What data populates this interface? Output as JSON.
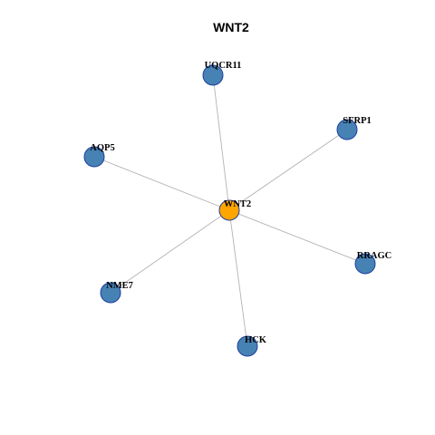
{
  "title": "WNT2",
  "colors": {
    "edge": "#b3b3b3",
    "node_fill": "#4682b4",
    "node_stroke": "#1f3fa0",
    "hub_fill": "#ffa500",
    "hub_stroke": "#1f3fa0"
  },
  "hub": "WNT2",
  "nodes": [
    {
      "id": "WNT2",
      "label": "WNT2",
      "role": "hub"
    },
    {
      "id": "UQCR11",
      "label": "UQCR11",
      "role": "neighbor"
    },
    {
      "id": "SFRP1",
      "label": "SFRP1",
      "role": "neighbor"
    },
    {
      "id": "AQP5",
      "label": "AQP5",
      "role": "neighbor"
    },
    {
      "id": "RRAGC",
      "label": "RRAGC",
      "role": "neighbor"
    },
    {
      "id": "NME7",
      "label": "NME7",
      "role": "neighbor"
    },
    {
      "id": "HCK",
      "label": "HCK",
      "role": "neighbor"
    }
  ],
  "edges": [
    {
      "source": "WNT2",
      "target": "UQCR11"
    },
    {
      "source": "WNT2",
      "target": "SFRP1"
    },
    {
      "source": "WNT2",
      "target": "AQP5"
    },
    {
      "source": "WNT2",
      "target": "RRAGC"
    },
    {
      "source": "WNT2",
      "target": "NME7"
    },
    {
      "source": "WNT2",
      "target": "HCK"
    }
  ]
}
